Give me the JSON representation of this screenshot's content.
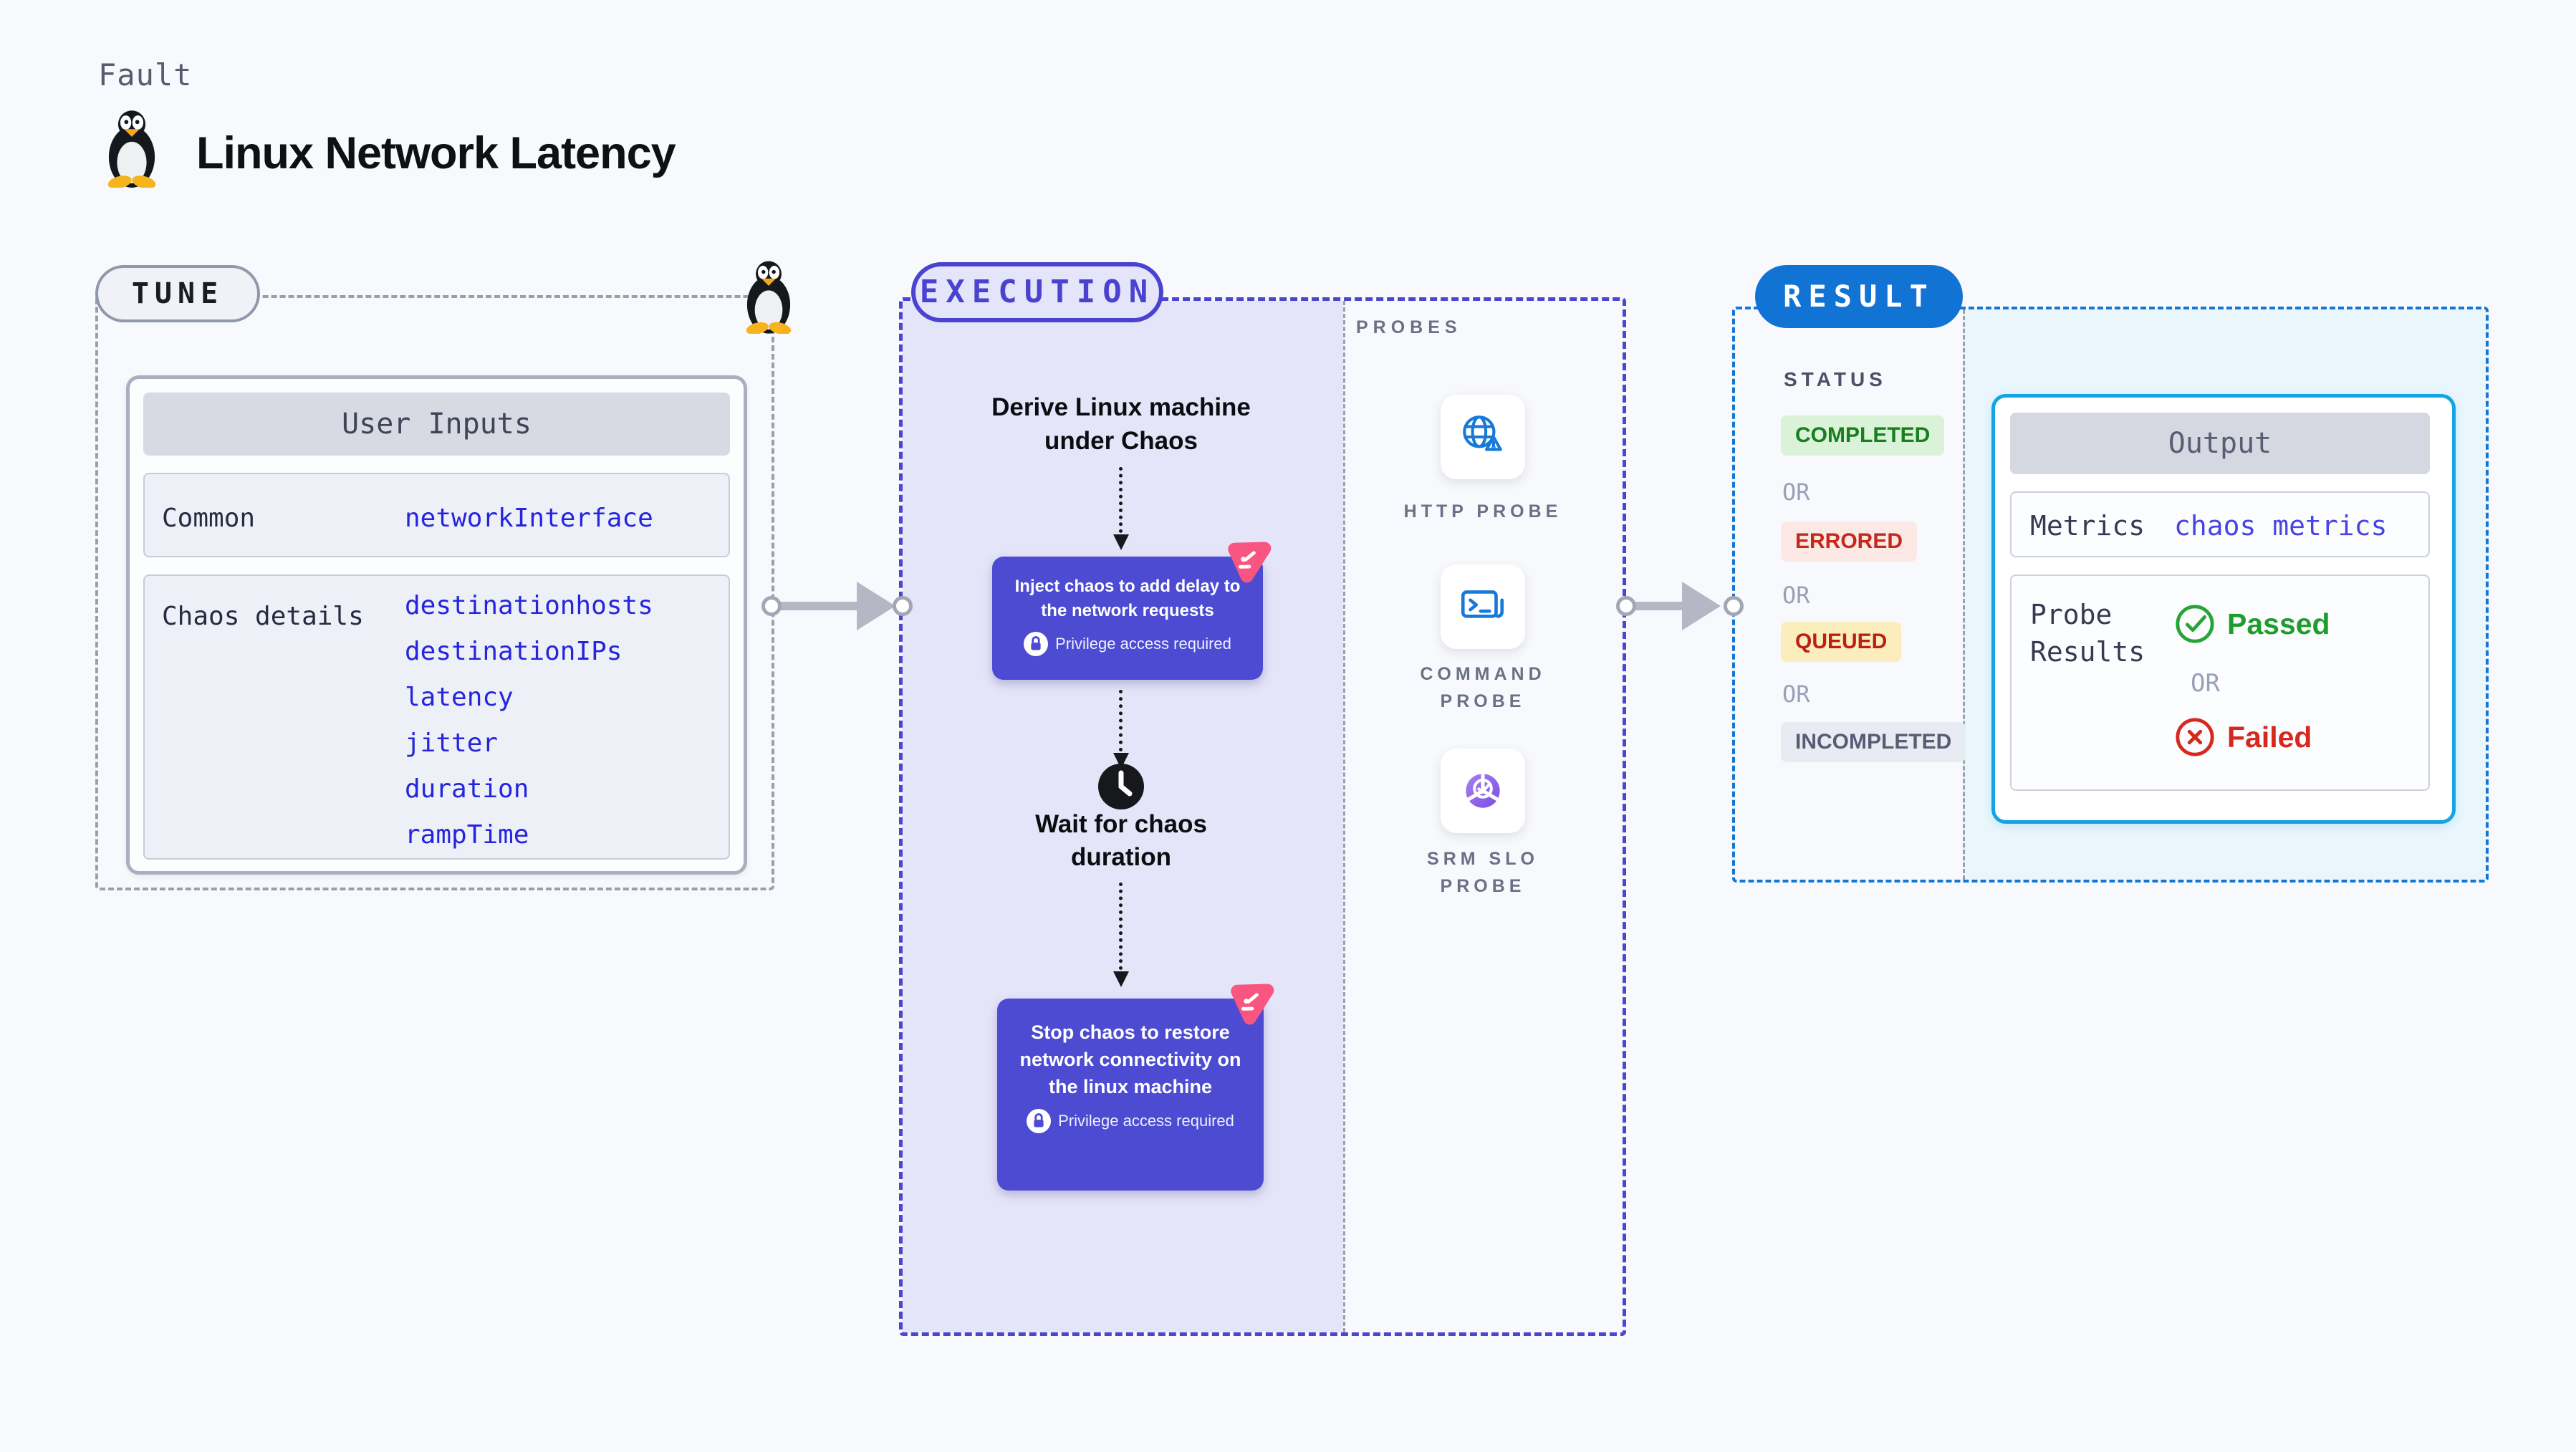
{
  "header": {
    "kicker": "Fault",
    "title": "Linux Network Latency"
  },
  "tune": {
    "badge": "TUNE",
    "card": {
      "title": "User Inputs",
      "common_label": "Common",
      "common_value": "networkInterface",
      "chaos_label": "Chaos details",
      "chaos_values": [
        "destinationhosts",
        "destinationIPs",
        "latency",
        "jitter",
        "duration",
        "rampTime"
      ]
    }
  },
  "execution": {
    "badge": "EXECUTION",
    "derive_step": "Derive Linux machine under Chaos",
    "inject_step": "Inject chaos to add delay to the network requests",
    "wait_step": "Wait for chaos duration",
    "stop_step": "Stop chaos to restore network connectivity on the linux machine",
    "privilege_note": "Privilege access required"
  },
  "probes": {
    "heading": "PROBES",
    "items": [
      {
        "icon": "globe-warning-icon",
        "label": "HTTP PROBE"
      },
      {
        "icon": "terminal-icon",
        "label": "COMMAND PROBE"
      },
      {
        "icon": "slo-pie-icon",
        "label": "SRM SLO PROBE"
      }
    ]
  },
  "result": {
    "badge": "RESULT",
    "status_heading": "STATUS",
    "or_label": "OR",
    "statuses": [
      {
        "label": "COMPLETED"
      },
      {
        "label": "ERRORED"
      },
      {
        "label": "QUEUED"
      },
      {
        "label": "INCOMPLETED"
      }
    ],
    "output": {
      "title": "Output",
      "metrics_label": "Metrics",
      "metrics_value": "chaos metrics",
      "probe_results_label": "Probe Results",
      "passed_label": "Passed",
      "or_label": "OR",
      "failed_label": "Failed"
    }
  },
  "colors": {
    "page_bg": "#f8f9fc",
    "execution_accent": "#4a43cf",
    "execution_panel": "#e5e5f9",
    "step_box": "#4c4bd2",
    "chaos_pink": "#f85581",
    "result_accent": "#1173d4",
    "output_border": "#13a5e3",
    "output_panel": "#e9f6fc",
    "value_blue": "#2525dd",
    "completed_green": "#177f1e",
    "errored_red": "#c5281c",
    "queued_yellow_bg": "#fbeebc",
    "passed_green": "#1f9d2c",
    "failed_red": "#d7281d",
    "probe_icon_blue": "#1779d8"
  }
}
